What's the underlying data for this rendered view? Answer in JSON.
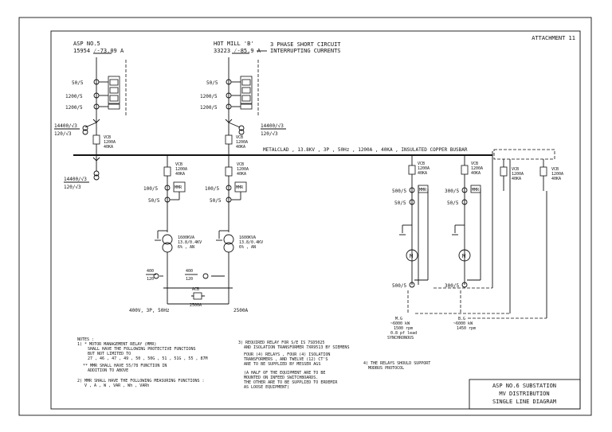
{
  "attachment": "ATTACHMENT 11",
  "sources": [
    {
      "name": "ASP NO.5",
      "current": "15954 ⁄-73.09 A"
    },
    {
      "name": "HOT MILL 'B'",
      "current": "33223 ⁄-85.9 A"
    }
  ],
  "legend": {
    "line1": "3 PHASE SHORT CIRCUIT",
    "line2": "INTERRUPTING CURRENTS"
  },
  "busbar": "METALCLAD , 13.8KV , 3P , 50Hz , 1200A , 40KA , INSULATED COPPER BUSBAR",
  "labels": {
    "ct50": "50/5",
    "ct1200": "1200/5",
    "ct100": "100/5",
    "ct500": "500/5",
    "ct300": "300/5",
    "vt_top": "14400/√3",
    "vt_bot": "120/√3",
    "vcb": "VCB",
    "vcb_rating": "1200A",
    "vcb_ka": "40KA",
    "mmr": "MMR",
    "xfmr_kva": "1600KVA",
    "xfmr_v": "13.8/0.4KV",
    "xfmr_z": "6% , AN",
    "ct400": "400",
    "ct120": "120",
    "acb": "ACB",
    "acb_rating": "2500A",
    "lv_bus": "400V, 3P, 50Hz",
    "lv_rating": "2500A",
    "motor1": [
      "M.G",
      "~6000 kW",
      "1500 rpm",
      "0.8 pf lead",
      "SYNCHRONOUS"
    ],
    "motor2": [
      "B.G",
      "~6000 kW",
      "1450 rpm"
    ]
  },
  "notes": {
    "heading": "NOTES :",
    "n1": [
      "1) * MOTOR MANAGEMENT RELAY (MMR)",
      "SHALL HAVE THE FOLLOWING PROTECTIVE FUNCTIONS",
      "BUT NOT LIMITED TO",
      "27 , 46 , 47 , 49 , 50 , 50G , 51 , 51G , 55 , 87M"
    ],
    "n1b": [
      "** MMR SHALL HAVE 55/78 FUNCTION IN",
      "ADDITION TO ABOVE"
    ],
    "n2": [
      "2) MMR SHALL HAVE THE FOLLOWING MEASURING FUNCTIONS :",
      "V , A , W , VAR , Wh , VARh"
    ],
    "n3": [
      "3) REQUIRED RELAY FOR S/E IS 7SD5025",
      "AND ISOLATION TRANSFORMER 7XR9513 BY SIEMENS"
    ],
    "n3b": [
      "FOUR (4) RELAYS , FOUR (4) ISOLATION",
      "TRANSFORMERS , AND TWELVE (12) CT'S",
      "ARE TO BE SUPPLIED BY MESSER AGS"
    ],
    "n3c": [
      "(A HALF OF THE EQUIPMENT ARE TO BE",
      "MOUNTED ON INFEED SWITCHBOARDS.",
      "THE OTHER ARE TO BE SUPPLIED TO ERDEMIR",
      "AS LOOSE EQUIPMENT)"
    ],
    "n4": [
      "4) THE RELAYS SHOULD SUPPORT",
      "MODBUS PROTOCOL"
    ]
  },
  "title_block": [
    "ASP NO.6 SUBSTATION",
    "MV DISTRIBUTION",
    "SINGLE LINE DIAGRAM"
  ]
}
